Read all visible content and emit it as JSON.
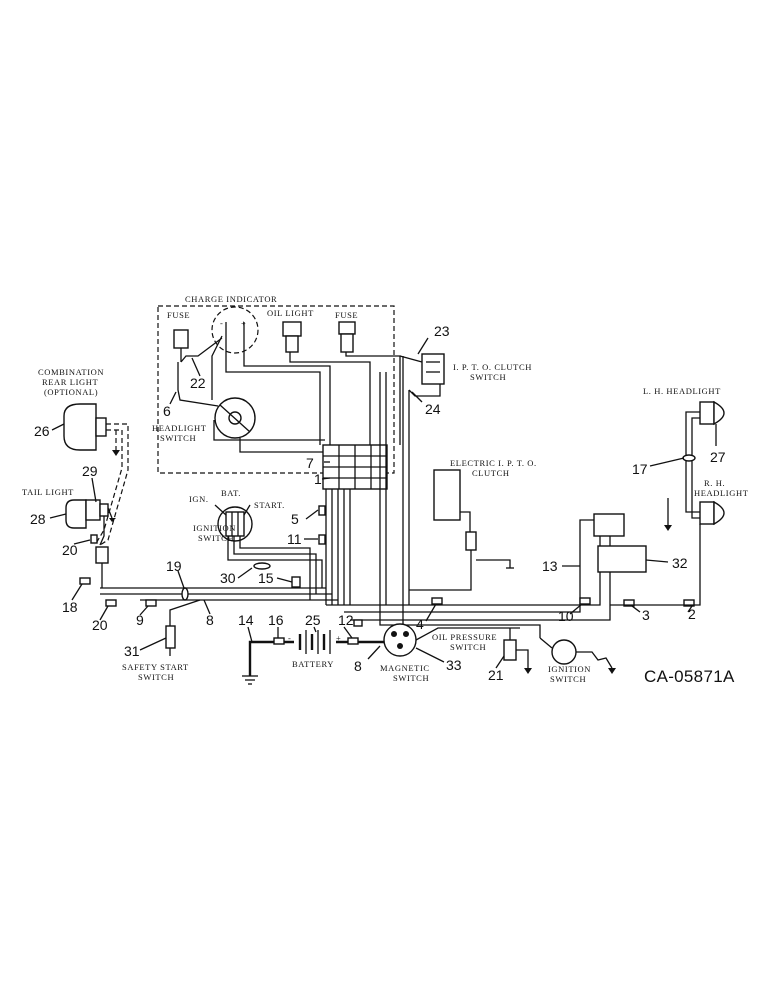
{
  "labels": {
    "charge_indicator": "CHARGE INDICATOR",
    "fuse_left": "FUSE",
    "oil_light": "OIL LIGHT",
    "fuse_right": "FUSE",
    "ipto_clutch_switch_1": "I. P. T. O. CLUTCH",
    "ipto_clutch_switch_2": "SWITCH",
    "combination_rear_light_1": "COMBINATION",
    "combination_rear_light_2": "REAR LIGHT",
    "combination_rear_light_3": "(OPTIONAL)",
    "headlight_switch_1": "HEADLIGHT",
    "headlight_switch_2": "SWITCH",
    "tail_light": "TAIL LIGHT",
    "ign": "IGN.",
    "bat": "BAT.",
    "start": "START.",
    "ignition_switch_1": "IGNITION",
    "ignition_switch_2": "SWITCH",
    "electric_ipto_clutch_1": "ELECTRIC I. P. T. O.",
    "electric_ipto_clutch_2": "CLUTCH",
    "lh_headlight": "L. H. HEADLIGHT",
    "rh_headlight_1": "R. H.",
    "rh_headlight_2": "HEADLIGHT",
    "battery": "BATTERY",
    "magnetic_switch_1": "MAGNETIC",
    "magnetic_switch_2": "SWITCH",
    "oil_pressure_switch_1": "OIL PRESSURE",
    "oil_pressure_switch_2": "SWITCH",
    "ignition_switch_b_1": "IGNITION",
    "ignition_switch_b_2": "SWITCH",
    "safety_start_switch_1": "SAFETY START",
    "safety_start_switch_2": "SWITCH",
    "gauge_minus": "-",
    "gauge_plus": "+",
    "battery_minus": "-",
    "battery_plus": "+",
    "drawing_ref": "CA-05871A"
  },
  "callouts": {
    "n1": "1",
    "n2": "2",
    "n3": "3",
    "n4": "4",
    "n5": "5",
    "n6": "6",
    "n7": "7",
    "n8a": "8",
    "n8b": "8",
    "n9": "9",
    "n10": "10",
    "n11": "11",
    "n12": "12",
    "n13": "13",
    "n14": "14",
    "n15": "15",
    "n16": "16",
    "n17": "17",
    "n18": "18",
    "n19": "19",
    "n20a": "20",
    "n20b": "20",
    "n21": "21",
    "n22": "22",
    "n23": "23",
    "n24": "24",
    "n25": "25",
    "n26": "26",
    "n27": "27",
    "n28": "28",
    "n29": "29",
    "n30": "30",
    "n31": "31",
    "n32": "32",
    "n33": "33"
  }
}
